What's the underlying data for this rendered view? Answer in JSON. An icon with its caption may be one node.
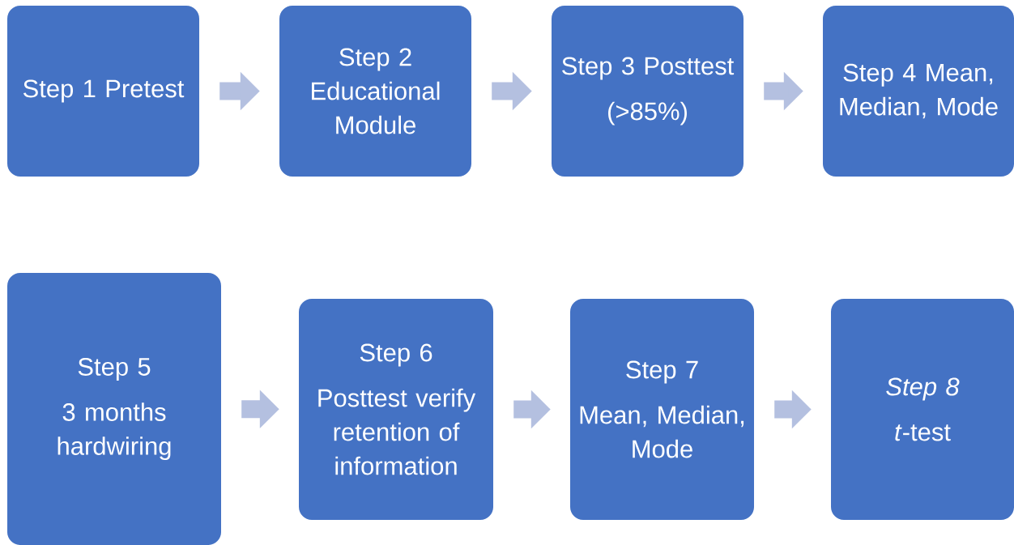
{
  "diagram": {
    "nodes": [
      {
        "text": [
          "Step 1 Pretest"
        ]
      },
      {
        "text": [
          "Step 2 Educational Module"
        ]
      },
      {
        "text": [
          "Step 3 Posttest",
          "(>85%)"
        ]
      },
      {
        "text": [
          "Step 4 Mean, Median, Mode"
        ]
      },
      {
        "text": [
          "Step 5",
          "3 months hardwiring"
        ]
      },
      {
        "text": [
          "Step 6",
          "Posttest verify retention of information"
        ]
      },
      {
        "text": [
          "Step 7",
          "Mean, Median, Mode"
        ]
      },
      {
        "text": [
          "*Step 8*",
          "*t*-test"
        ]
      }
    ],
    "edges": [
      {
        "from": 0,
        "to": 1,
        "arrow": "to"
      },
      {
        "from": 1,
        "to": 2,
        "arrow": "to"
      },
      {
        "from": 2,
        "to": 3,
        "arrow": "to"
      },
      {
        "from": 4,
        "to": 5,
        "arrow": "to"
      },
      {
        "from": 5,
        "to": 6,
        "arrow": "to"
      },
      {
        "from": 6,
        "to": 7,
        "arrow": "to"
      }
    ]
  }
}
